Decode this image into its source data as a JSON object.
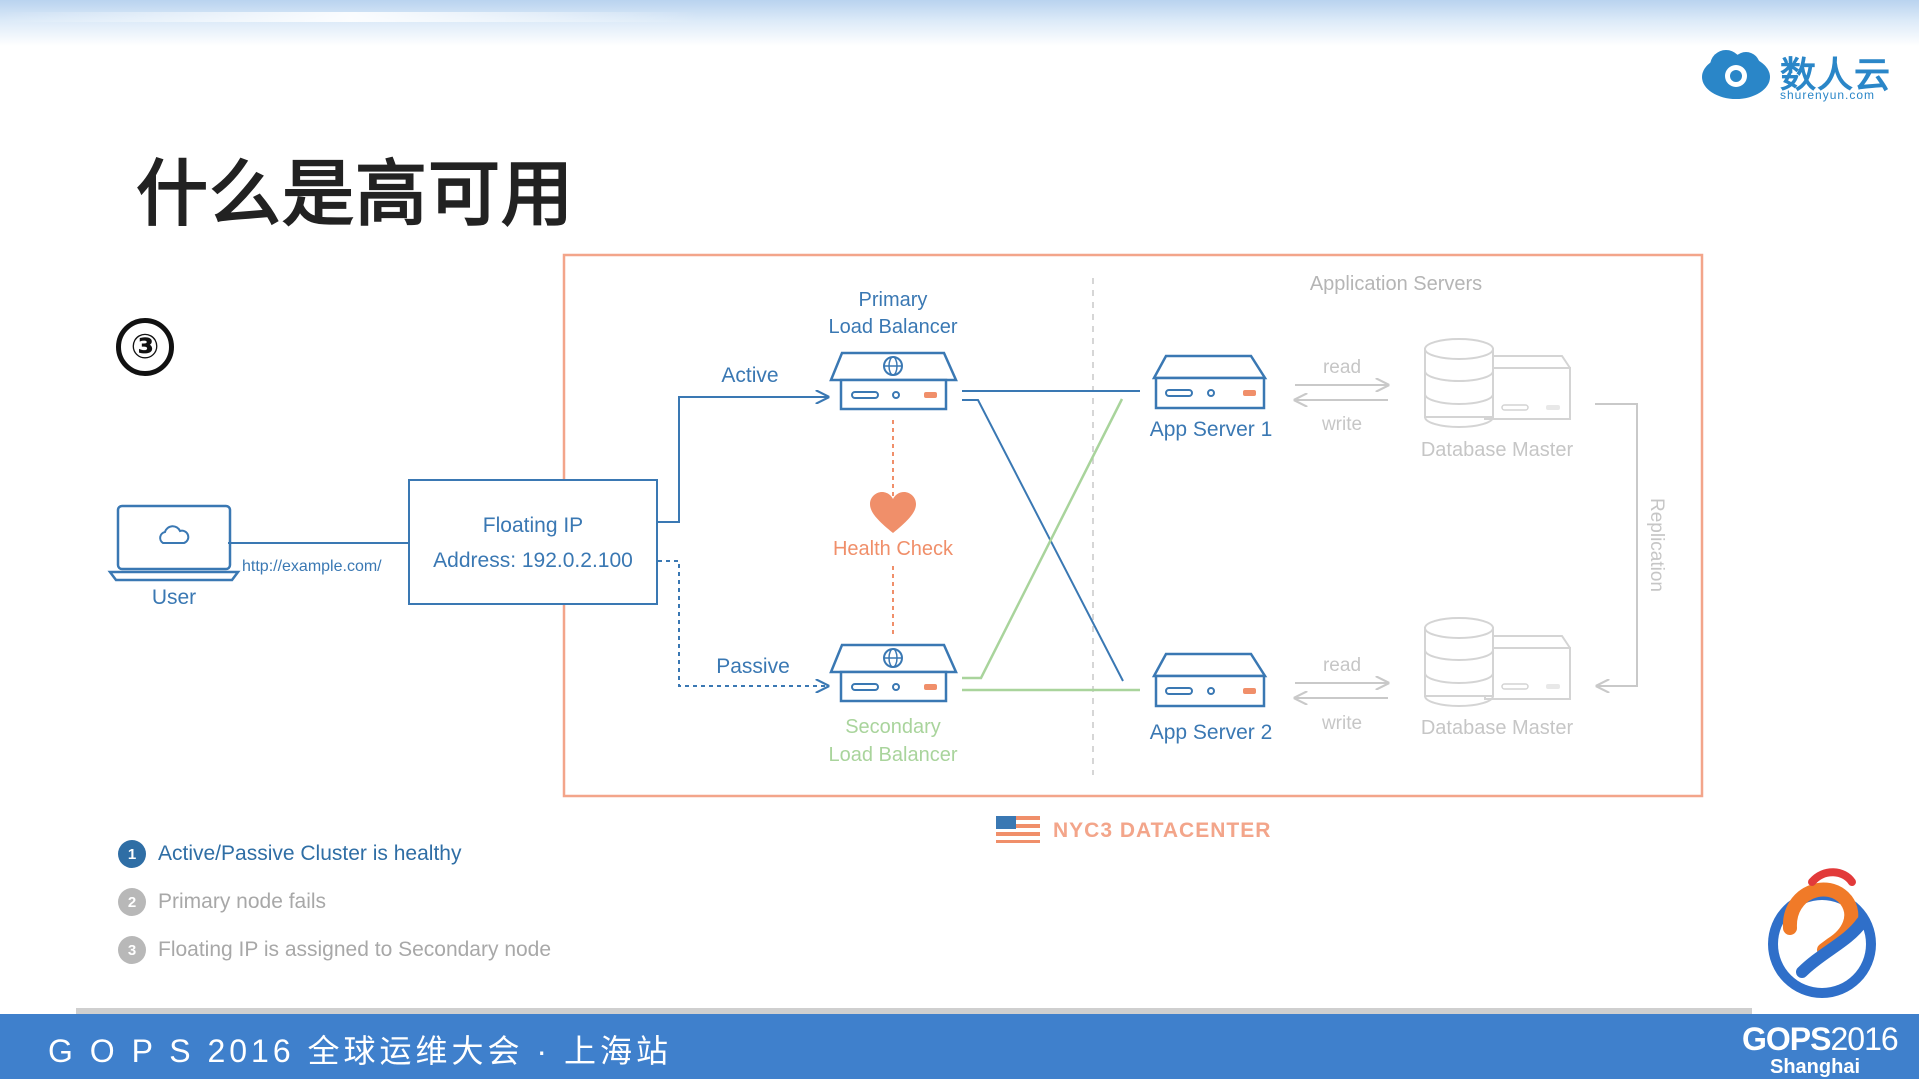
{
  "brand": {
    "name": "数人云",
    "url": "shurenyun.com",
    "colors": {
      "primary": "#2a86c8"
    }
  },
  "slide": {
    "title": "什么是高可用",
    "step_marker": "③"
  },
  "diagram": {
    "user": {
      "label": "User",
      "url": "http://example.com/"
    },
    "floating_ip": {
      "title": "Floating IP",
      "address": "Address: 192.0.2.100"
    },
    "primary_lb": {
      "line1": "Primary",
      "line2": "Load Balancer"
    },
    "secondary_lb": {
      "line1": "Secondary",
      "line2": "Load Balancer"
    },
    "active_label": "Active",
    "passive_label": "Passive",
    "health_check": "Health Check",
    "app_servers_header": "Application Servers",
    "app_server_1": "App Server 1",
    "app_server_2": "App Server 2",
    "read": "read",
    "write": "write",
    "database_master": "Database Master",
    "replication": "Replication",
    "datacenter": "NYC3 DATACENTER",
    "colors": {
      "blue": "#3a78b3",
      "orange": "#f08f6a",
      "green": "#a9d49c",
      "gray": "#c9c9c9"
    }
  },
  "legend": [
    {
      "num": "1",
      "text": "Active/Passive Cluster is healthy",
      "state": "active"
    },
    {
      "num": "2",
      "text": "Primary node fails",
      "state": "dim"
    },
    {
      "num": "3",
      "text": "Floating IP is assigned to Secondary node",
      "state": "dim"
    }
  ],
  "footer": {
    "event": "G O P S 2016 全球运维大会 · 上海站",
    "logo_word": "GOPS",
    "logo_year": "2016",
    "city": "Shanghai"
  }
}
